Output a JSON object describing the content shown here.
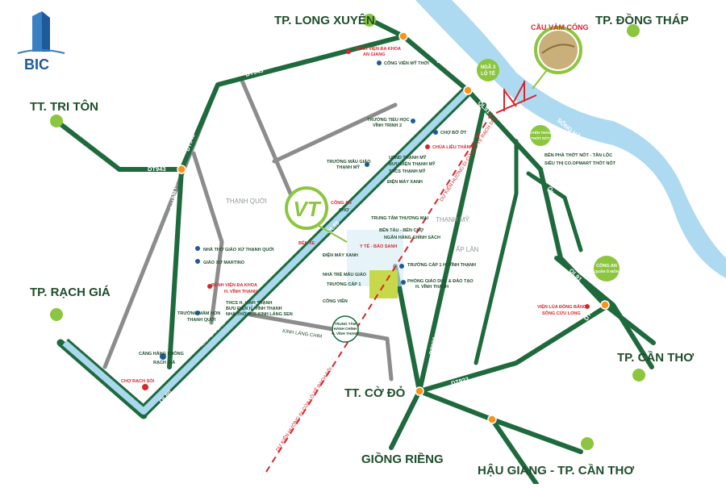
{
  "logo": {
    "text": "BIC"
  },
  "cities": {
    "long_xuyen": "TP. LONG XUYÊN",
    "dong_thap": "TP. ĐỒNG THÁP",
    "tri_ton": "TT. TRI TÔN",
    "rach_gia": "TP. RẠCH GIÁ",
    "can_tho": "TP. CẦN THƠ",
    "co_do": "TT. CỜ ĐỎ",
    "giong_rieng": "GIỒNG RIỀNG",
    "hau_giang": "HẬU GIANG - TP. CẦN THƠ"
  },
  "roads": {
    "ql91_a": "QL91",
    "ql91_b": "QL91",
    "ql91_c": "QL91",
    "ql91_d": "QL91",
    "ql91_e": "QL91",
    "dt943_a": "DT943",
    "dt943_b": "DT943",
    "dt943_c": "DT943",
    "dt943_d": "DT943",
    "ql80_a": "QL80",
    "ql80_b": "QL80",
    "ql80_c": "QL80",
    "dt921": "DT921",
    "dt922_a": "DT922",
    "dt922_b": "DT922",
    "dt922_c": "DT922",
    "vo_van_kiet": "Đ. VÕ VĂN KIỆT",
    "kinh_cai_san_a": "KINH CÁI SẮN",
    "kinh_cai_san_b": "KINH CÁI SẮN",
    "kinh_lang_chiem": "KINH LÁNG CHIM",
    "song_hau": "SÔNG HẬU"
  },
  "areas": {
    "thanh_quoi": "THẠNH QUỚI",
    "thanh_my": "THẠNH MỸ",
    "ap_lan": "ẤP LÂN"
  },
  "callouts": {
    "cau_vam_cong": "CẦU VÀM CỐNG",
    "nga3_line1": "NGÃ 3",
    "nga3_line2": "LỘ TẺ",
    "cong_an_line1": "CÔNG AN",
    "cong_an_line2": "QUẬN Ô MÔN",
    "tuyen_thanh_line1": "TUYẾN THÀNH",
    "tuyen_thanh_line2": "THỚT NỐT",
    "vt": "VT"
  },
  "pois": {
    "bv_an_giang_1": "BỆNH VIỆN ĐA KHOA",
    "bv_an_giang_2": "AN GIANG",
    "cong_vien_my_thoi": "CÔNG VIÊN MỸ THỚI",
    "truong_vinh_trinh_1": "TRƯỜNG TIỂU HỌC",
    "truong_vinh_trinh_2": "VĨNH TRINH 2",
    "cho_bo_ot": "CHỢ BỜ ỚT",
    "chua_lieu_thanh": "CHÙA LIÊU THÀNH",
    "mam_non_thanh_my_1": "TRƯỜNG MẪU GIÁO",
    "mam_non_thanh_my_2": "THẠNH MỸ",
    "ubnd_thanh_my": "UBND THẠNH MỸ",
    "buu_dien_thanh_my": "BƯU ĐIỆN THẠNH MỸ",
    "thcs_thanh_my": "THCS THẠNH MỸ",
    "dien_may_xanh_1": "ĐIỆN MÁY XANH",
    "cong_an": "CÔNG AN",
    "cho": "CHỢ",
    "trung_tam_thuong_mai": "TRUNG TÂM THƯƠNG MẠI",
    "ben_tau_ben_cho": "BẾN TÀU - BẾN CHỢ",
    "ngan_hang_chinh_sach": "NGÂN HÀNG CHÍNH SÁCH",
    "y_te_bao_sanh": "Y TẾ - BẢO SANH",
    "ben_xe": "BẾN XE",
    "dien_may_xanh_2": "ĐIỆN MÁY XANH",
    "nha_tre_mau_giao": "NHÀ TRẺ MẪU GIÁO",
    "truong_cap_1": "TRƯỜNG CẤP 1",
    "cong_vien": "CÔNG VIÊN",
    "truong_vinh_thanh": "TRƯỜNG CẤP 1 H. VĨNH THẠNH",
    "phong_gd_1": "PHÒNG GIÁO DỤC & ĐÀO TẠO",
    "phong_gd_2": "H. VĨNH THẠNH",
    "nha_tho_giao_xu": "NHÀ THỜ GIÁO XỨ THẠNH QUỚI",
    "giao_xu_martino": "GIÁO XỨ MARTINO",
    "bv_vinh_thanh_1": "BỆNH VIỆN ĐA KHOA",
    "bv_vinh_thanh_2": "H. VĨNH THẠNH",
    "thcs_vinh_thanh": "THCS H. VĨNH THẠNH",
    "buu_dien_vinh_thanh": "BƯU ĐIỆN H. VĨNH THẠNH",
    "nha_tho_lang_sen": "NHÀ THỜ MỚI KINH LÁNG SEN",
    "mam_non_thanh_quoi_1": "TRƯỜNG MẦM NON",
    "mam_non_thanh_quoi_2": "THẠNH QUỚI",
    "cang_hk_1": "CẢNG HÀNG KHÔNG",
    "cang_hk_2": "RẠCH GIÁ",
    "cho_rach_soi": "CHỢ RẠCH SỎI",
    "ben_pha": "BẾN PHÀ THỚT NỐT - TÂN LỘC",
    "sieu_thi": "SIÊU THỊ CO.OPMART THỐT NỐT",
    "vien_lua_1": "VIỆN LÚA ĐỒNG BẰNG",
    "vien_lua_2": "SÔNG CỬU LONG",
    "trung_tam_hanh_chinh_1": "TRUNG TÂM",
    "trung_tam_hanh_chinh_2": "HÀNH CHÍNH",
    "trung_tam_hanh_chinh_3": "H. VĨNH THẠNH"
  },
  "dashed_labels": {
    "left": "DỰ KIẾN HƯỚNG ĐI CỬA LỚ TẾ RẠCH SỎI",
    "right": "DỰ KIẾN HƯỚNG ĐI CỬA LỚ TẾ RẠCH SỎI"
  },
  "colors": {
    "road_green": "#1e6a3c",
    "canal_blue": "#a9d8ef",
    "river_blue": "#9fd3ef",
    "grey_road": "#8c8c8c",
    "accent_red": "#d8262c",
    "accent_lime": "#8cc63f"
  }
}
